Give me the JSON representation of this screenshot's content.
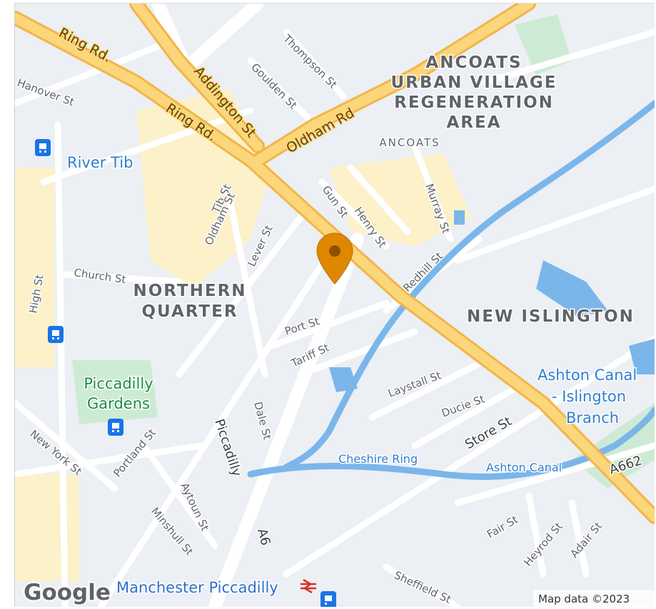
{
  "map": {
    "attribution": "Map data ©2023",
    "logo": "Google",
    "pin": {
      "icon": "location-pin-icon",
      "color": "#e08700"
    },
    "colors": {
      "land": "#eceff3",
      "road": "#ffffff",
      "ring_road": "#fbc75a",
      "water": "#7bb6ea",
      "park": "#cdebd4",
      "poi": "#fcf1c9"
    },
    "districts": {
      "ancoats_urban": [
        "ANCOATS",
        "URBAN VILLAGE",
        "REGENERATION",
        "AREA"
      ],
      "ancoats": "ANCOATS",
      "northern_quarter": [
        "NORTHERN",
        "QUARTER"
      ],
      "new_islington": "NEW ISLINGTON"
    },
    "roads": {
      "ring_rd_1": "Ring Rd.",
      "ring_rd_2": "Ring Rd.",
      "addington_st": "Addington St",
      "oldham_rd": "Oldham Rd",
      "thompson_st": "Thompson St",
      "goulden_st": "Goulden St",
      "hanover_st": "Hanover St",
      "tib_st": "Tib St",
      "oldham_st": "Oldham St",
      "lever_st": "Lever St",
      "gun_st": "Gun St",
      "henry_st": "Henry St",
      "murray_st": "Murray St",
      "redhill_st": "Redhill St",
      "church_st": "Church St",
      "high_st": "High St",
      "port_st": "Port St",
      "tariff_st": "Tariff St",
      "laystall_st": "Laystall St",
      "ducie_st": "Ducie St",
      "store_st": "Store St",
      "a662": "A662",
      "dale_st": "Dale St",
      "piccadilly": "Piccadilly",
      "portland_st": "Portland St",
      "new_york_st": "New York St",
      "aytoun_st": "Aytoun St",
      "minshull_st": "Minshull St",
      "a6": "A6",
      "fair_st": "Fair St",
      "heyrod_st": "Heyrod St",
      "adair_st": "Adair St",
      "sheffield_st": "Sheffield St"
    },
    "water": {
      "river_tib": "River Tib",
      "ashton_canal_branch": [
        "Ashton Canal",
        "- Islington",
        "Branch"
      ],
      "cheshire_ring": "Cheshire Ring",
      "ashton_canal": "Ashton Canal"
    },
    "parks": {
      "piccadilly_gardens": [
        "Piccadilly",
        "Gardens"
      ]
    },
    "stations": {
      "manchester_piccadilly": "Manchester Piccadilly"
    }
  }
}
